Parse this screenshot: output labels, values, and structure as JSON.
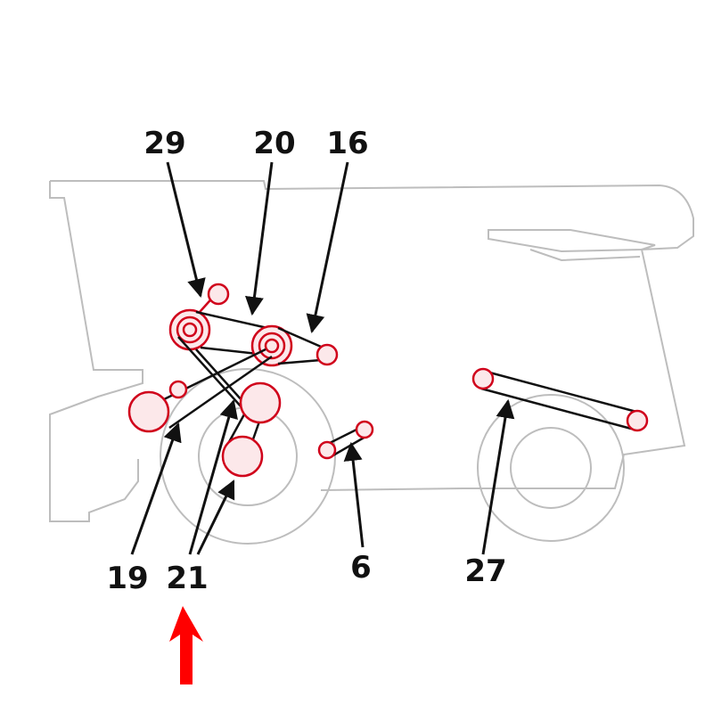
{
  "diagram": {
    "callouts": [
      {
        "id": "c29",
        "label": "29"
      },
      {
        "id": "c20",
        "label": "20"
      },
      {
        "id": "c16",
        "label": "16"
      },
      {
        "id": "c19",
        "label": "19"
      },
      {
        "id": "c21",
        "label": "21"
      },
      {
        "id": "c6",
        "label": "6"
      },
      {
        "id": "c27",
        "label": "27"
      }
    ],
    "highlight_marker": {
      "name": "up-arrow-indicator",
      "points_to": "21"
    }
  },
  "colors": {
    "outline": "#bdbdbd",
    "part_stroke": "#d0021b",
    "part_fill": "#fce8ea",
    "line": "#111111",
    "indicator": "#ff0000"
  }
}
